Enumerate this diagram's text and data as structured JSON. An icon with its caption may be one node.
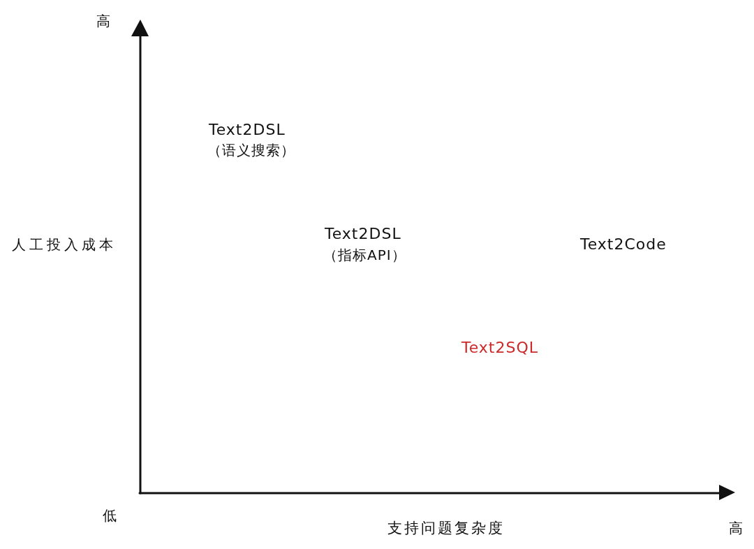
{
  "diagram": {
    "labels": [
      "高",
      "Text2DSL",
      "（语义搜索）",
      "人工投入成本",
      "Text2DSL",
      "（指标API）",
      "Text2Code",
      "Text2SQL",
      "低",
      "支持问题复杂度",
      "高"
    ]
  }
}
